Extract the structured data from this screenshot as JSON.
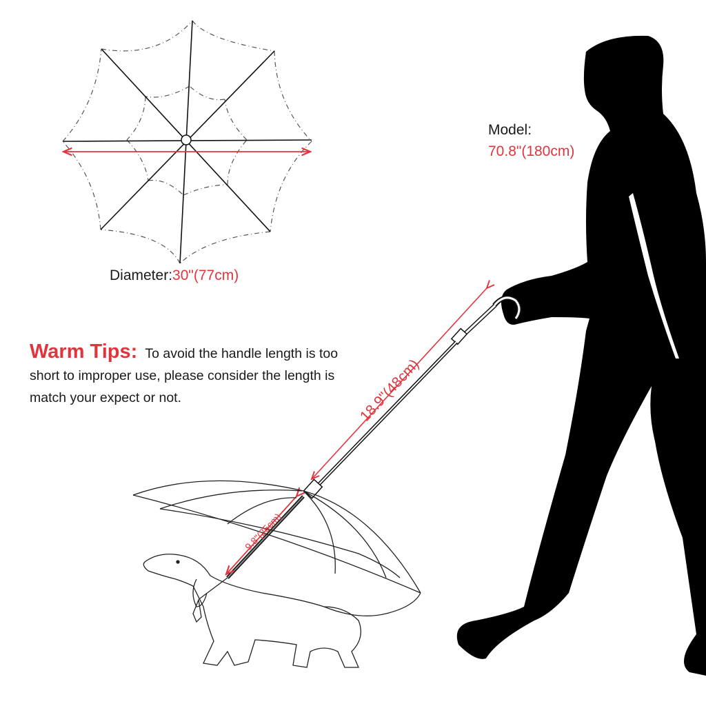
{
  "colors": {
    "accent_red": "#e0353d",
    "text": "#1a1a1a",
    "silhouette": "#000000",
    "background": "#ffffff"
  },
  "canopy_top_view": {
    "icon": "umbrella-top-view-icon",
    "diameter_label": "Diameter:",
    "diameter_value": "30\"(77cm)"
  },
  "model": {
    "label": "Model:",
    "height": "70.8\"(180cm)",
    "icon": "person-silhouette-icon"
  },
  "warm_tips": {
    "title": "Warm Tips:",
    "text": "To avoid the handle length is too short to improper use, please consider the length is match your expect or not."
  },
  "dimensions": {
    "handle_length": "18.9\"(48cm)",
    "lower_length": "9.8\"(25cm)"
  },
  "illustration": {
    "dog_icon": "dachshund-with-umbrella-icon",
    "handle_icon": "umbrella-handle-icon"
  }
}
